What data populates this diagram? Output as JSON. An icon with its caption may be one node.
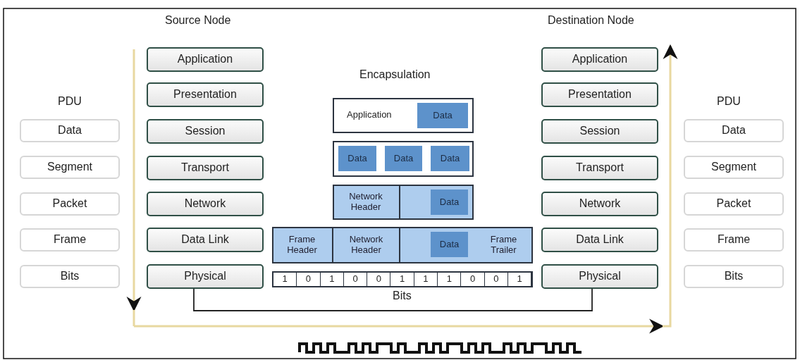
{
  "diagram": {
    "nodes": [
      {
        "text": [
          "Data"
        ]
      },
      {
        "text": [
          "Segment"
        ]
      },
      {
        "text": [
          "Packet"
        ]
      },
      {
        "text": [
          "Frame"
        ]
      },
      {
        "text": [
          "Bits"
        ]
      },
      {
        "text": [
          "Application"
        ]
      },
      {
        "text": [
          "Presentation"
        ]
      },
      {
        "text": [
          "Session"
        ]
      },
      {
        "text": [
          "Transport"
        ]
      },
      {
        "text": [
          "Network"
        ]
      },
      {
        "text": [
          "Data Link"
        ]
      },
      {
        "text": [
          "Physical"
        ]
      },
      {
        "text": [
          "Application"
        ]
      },
      {
        "text": [
          "Data"
        ],
        "in": 12
      },
      {
        "text": [],
        "shape": "box"
      },
      {
        "text": [
          "Data"
        ],
        "in": 14
      },
      {
        "text": [
          "Data"
        ],
        "in": 14
      },
      {
        "text": [
          "Data"
        ],
        "in": 14
      },
      {
        "text": [],
        "shape": "box"
      },
      {
        "text": [
          "Network Header"
        ],
        "in": 18
      },
      {
        "text": [
          "Data"
        ],
        "in": 18
      },
      {
        "text": [],
        "shape": "box"
      },
      {
        "text": [
          "Frame Header"
        ],
        "in": 21
      },
      {
        "text": [
          "Network Header"
        ],
        "in": 21
      },
      {
        "text": [
          "Data"
        ],
        "in": 21
      },
      {
        "text": [
          "Frame Trailer"
        ],
        "in": 21
      },
      {
        "text": [],
        "shape": "box",
        "beside": [
          "Bits"
        ]
      },
      {
        "text": [
          "1"
        ],
        "in": 26
      },
      {
        "text": [
          "0"
        ],
        "in": 26
      },
      {
        "text": [
          "1"
        ],
        "in": 26
      },
      {
        "text": [
          "0"
        ],
        "in": 26
      },
      {
        "text": [
          "0"
        ],
        "in": 26
      },
      {
        "text": [
          "1"
        ],
        "in": 26
      },
      {
        "text": [
          "1"
        ],
        "in": 26
      },
      {
        "text": [
          "1"
        ],
        "in": 26
      },
      {
        "text": [
          "0"
        ],
        "in": 26
      },
      {
        "text": [
          "0"
        ],
        "in": 26
      },
      {
        "text": [
          "1"
        ],
        "in": 26
      },
      {
        "text": [
          "Application"
        ]
      },
      {
        "text": [
          "Presentation"
        ]
      },
      {
        "text": [
          "Session"
        ]
      },
      {
        "text": [
          "Transport"
        ]
      },
      {
        "text": [
          "Network"
        ]
      },
      {
        "text": [
          "Data Link"
        ]
      },
      {
        "text": [
          "Physical"
        ]
      },
      {
        "text": [
          "Data"
        ]
      },
      {
        "text": [
          "Segment"
        ]
      },
      {
        "text": [
          "Packet"
        ]
      },
      {
        "text": [
          "Frame"
        ]
      },
      {
        "text": [
          "Bits"
        ]
      }
    ],
    "edges": [
      {
        "from": 11,
        "to": 44,
        "arrow": "none"
      }
    ],
    "labels": [
      "Source Node",
      "Destination Node",
      "PDU",
      "Encapsulation",
      "PDU"
    ]
  }
}
